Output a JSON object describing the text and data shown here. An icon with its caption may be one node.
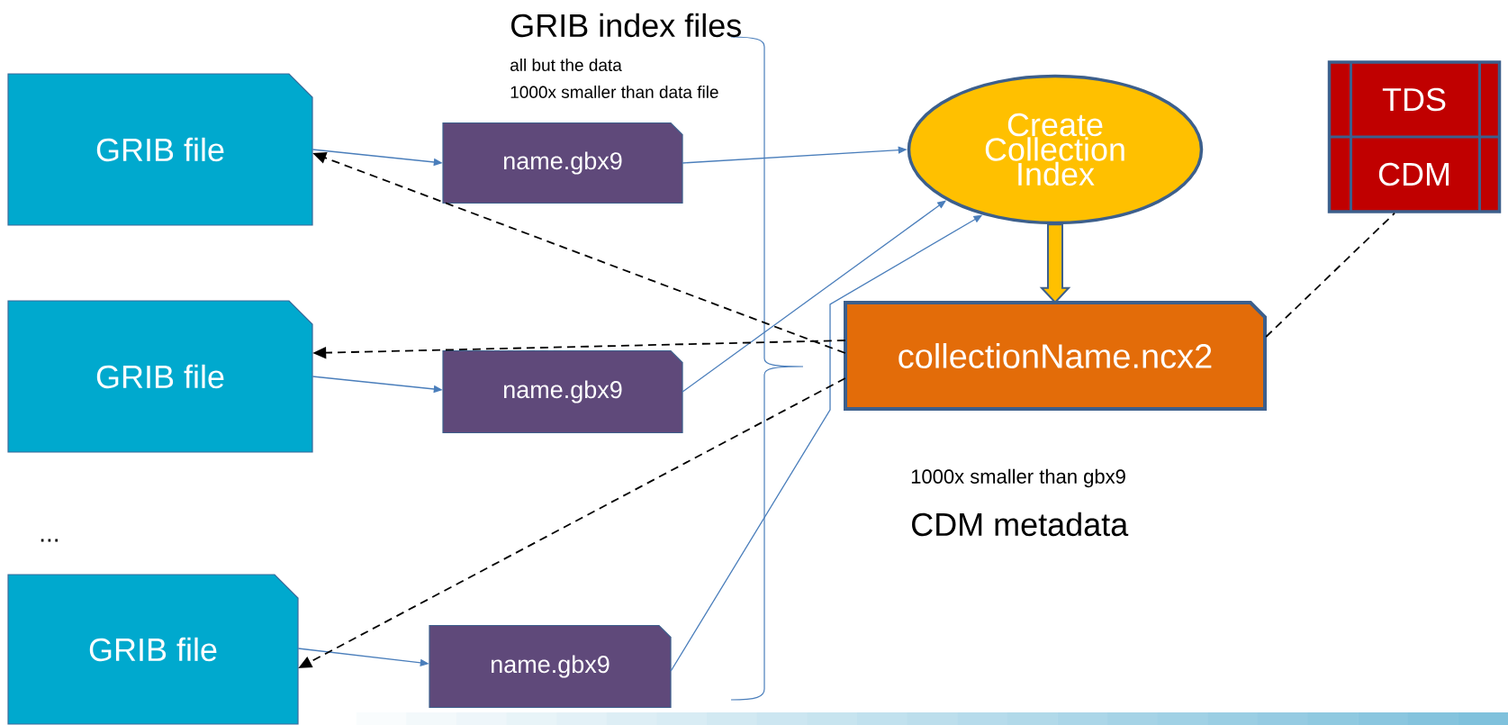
{
  "diagram": {
    "nodes": [
      {
        "text": [
          "GRIB file"
        ]
      },
      {
        "text": [
          "GRIB file"
        ]
      },
      {
        "text": [
          "GRIB file"
        ]
      },
      {
        "text": [
          "name.gbx9"
        ]
      },
      {
        "text": [
          "name.gbx9"
        ]
      },
      {
        "text": [
          "name.gbx9"
        ]
      },
      {
        "text": [
          "Create Collection Index"
        ]
      },
      {
        "text": [
          "collectionName.ncx2"
        ],
        "beside": [
          "1000x smaller than gbx9",
          "CDM metadata"
        ]
      },
      {
        "text": [
          "TDS",
          "CDM"
        ]
      }
    ],
    "edges": [
      {
        "from": 0,
        "to": 3,
        "arrow": "to"
      },
      {
        "from": 1,
        "to": 4,
        "arrow": "to"
      },
      {
        "from": 2,
        "to": 5,
        "arrow": "to"
      },
      {
        "from": 3,
        "to": 6,
        "arrow": "to"
      },
      {
        "from": 4,
        "to": 6,
        "arrow": "to"
      },
      {
        "from": 5,
        "to": 6,
        "arrow": "to"
      },
      {
        "from": 7,
        "to": 0,
        "arrow": "to",
        "style": "dashed",
        "color": "#000000"
      },
      {
        "from": 7,
        "to": 1,
        "arrow": "to",
        "style": "dashed",
        "color": "#000000"
      },
      {
        "from": 7,
        "to": 2,
        "arrow": "to",
        "style": "dashed",
        "color": "#000000"
      },
      {
        "from": 6,
        "to": 7,
        "arrow": "to",
        "style": "thick",
        "color": "#ffc000"
      },
      {
        "from": 7,
        "to": 8,
        "arrow": "none",
        "style": "dashed",
        "color": "#000000"
      }
    ],
    "labels": [
      "GRIB index files",
      "all but the data",
      "1000x smaller than data file",
      "..."
    ]
  }
}
